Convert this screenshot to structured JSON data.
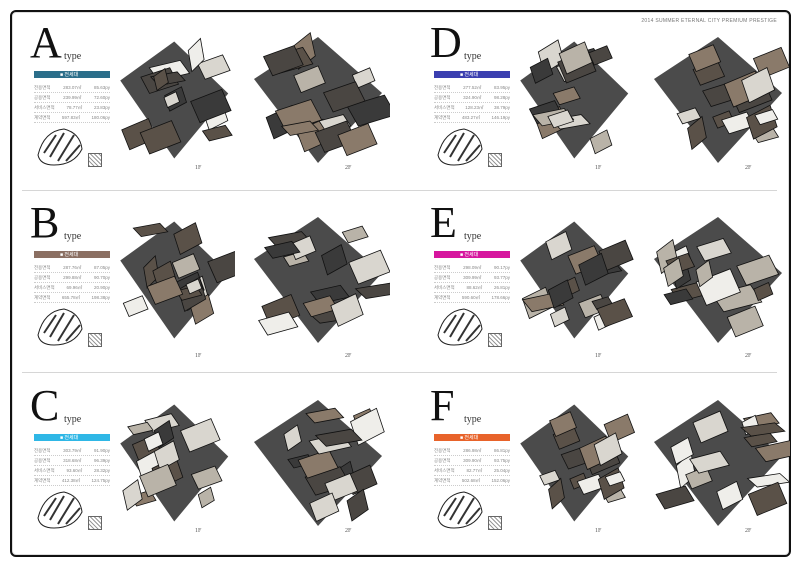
{
  "header_note": "2014 SUMMER ETERNAL CITY PREMIUM PRESTIGE",
  "floor_labels": {
    "first": "1F",
    "second": "2F"
  },
  "types": [
    {
      "letter": "A",
      "suffix": "type",
      "badge": "■ 전세대",
      "color": "#2b6e8a",
      "rows": [
        [
          "전용면적",
          "283.07㎡",
          "85.63py"
        ],
        [
          "공용면적",
          "239.99㎡",
          "72.60py"
        ],
        [
          "서비스면적",
          "78.77㎡",
          "23.83py"
        ],
        [
          "계약면적",
          "597.83㎡",
          "180.06py"
        ]
      ]
    },
    {
      "letter": "B",
      "suffix": "type",
      "badge": "■ 전세대",
      "color": "#8b6f62",
      "rows": [
        [
          "전용면적",
          "287.76㎡",
          "87.05py"
        ],
        [
          "공용면적",
          "299.88㎡",
          "90.70py"
        ],
        [
          "서비스면적",
          "69.96㎡",
          "20.90py"
        ],
        [
          "계약면적",
          "655.78㎡",
          "198.38py"
        ]
      ]
    },
    {
      "letter": "C",
      "suffix": "type",
      "badge": "■ 전세대",
      "color": "#2fb7e6",
      "rows": [
        [
          "전용면적",
          "303.79㎡",
          "91.90py"
        ],
        [
          "공용면적",
          "318.68㎡",
          "96.39py"
        ],
        [
          "서비스면적",
          "93.60㎡",
          "28.32py"
        ],
        [
          "계약면적",
          "412.38㎡",
          "124.75py"
        ]
      ]
    },
    {
      "letter": "D",
      "suffix": "type",
      "badge": "■ 전세대",
      "color": "#3b3fb0",
      "rows": [
        [
          "전용면적",
          "277.52㎡",
          "83.95py"
        ],
        [
          "공용면적",
          "324.90㎡",
          "98.28py"
        ],
        [
          "서비스면적",
          "128.23㎡",
          "38.79py"
        ],
        [
          "계약면적",
          "483.27㎡",
          "146.19py"
        ]
      ]
    },
    {
      "letter": "E",
      "suffix": "type",
      "badge": "■ 전세대",
      "color": "#d6169e",
      "rows": [
        [
          "전용면적",
          "298.09㎡",
          "90.17py"
        ],
        [
          "공용면적",
          "309.99㎡",
          "93.77py"
        ],
        [
          "서비스면적",
          "88.62㎡",
          "26.81py"
        ],
        [
          "계약면적",
          "590.60㎡",
          "178.66py"
        ]
      ]
    },
    {
      "letter": "F",
      "suffix": "type",
      "badge": "■ 전세대",
      "color": "#e8632a",
      "rows": [
        [
          "전용면적",
          "286.98㎡",
          "86.81py"
        ],
        [
          "공용면적",
          "309.90㎡",
          "93.75py"
        ],
        [
          "서비스면적",
          "82.77㎡",
          "25.04py"
        ],
        [
          "계약면적",
          "502.68㎡",
          "152.06py"
        ]
      ]
    }
  ]
}
